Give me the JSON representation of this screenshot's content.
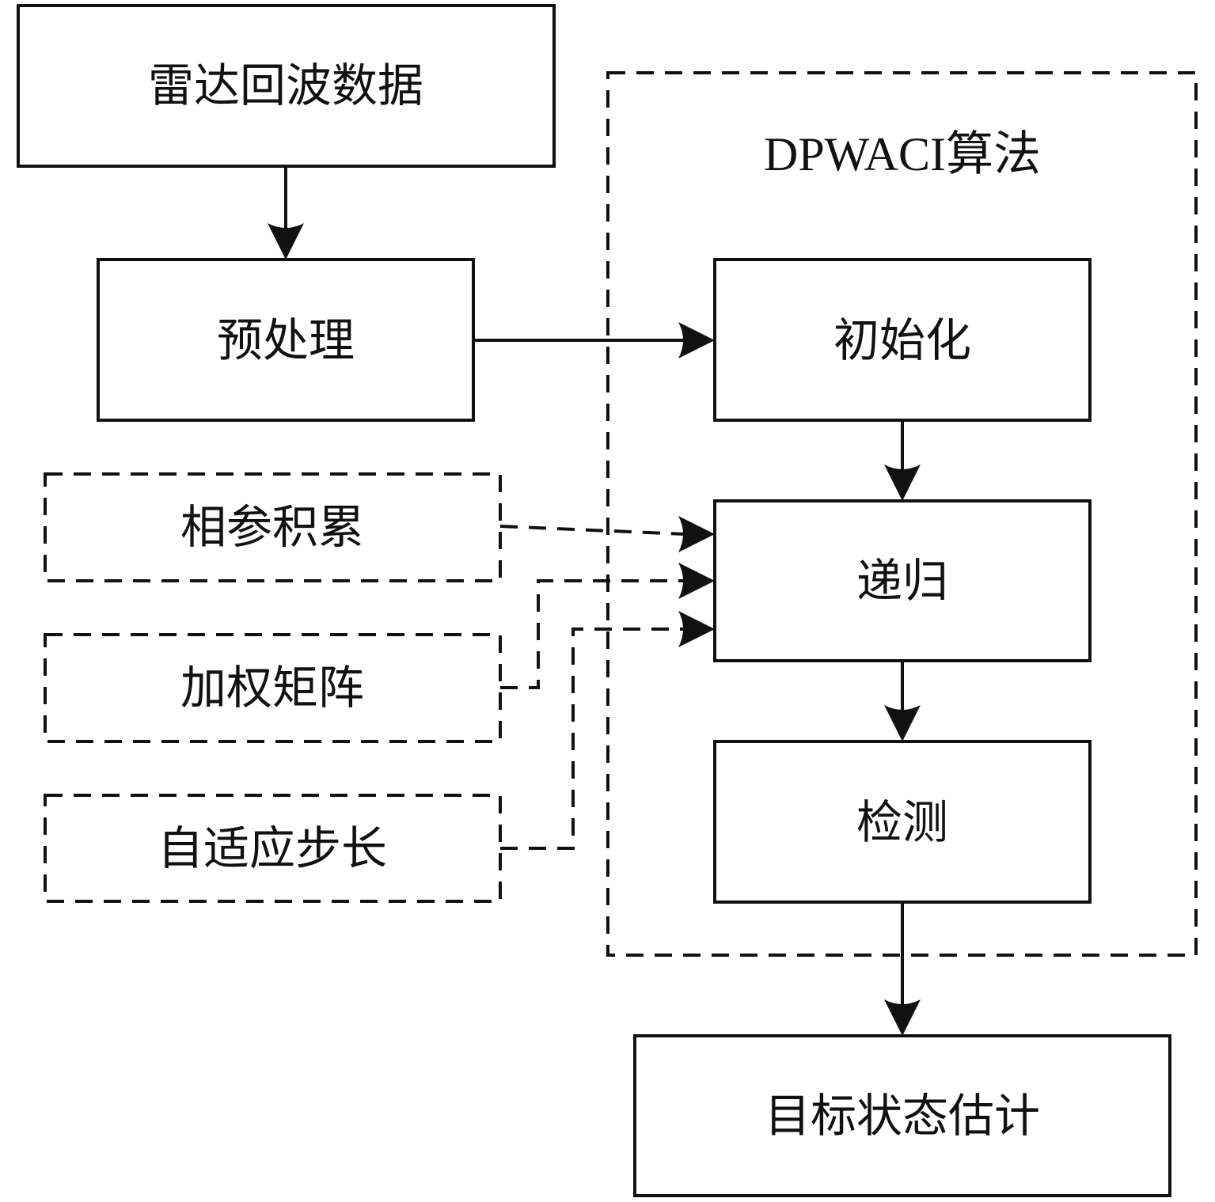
{
  "diagram": {
    "nodes": {
      "radar_echo": "雷达回波数据",
      "preprocess": "预处理",
      "group_title": "DPWACI算法",
      "init": "初始化",
      "recursion": "递归",
      "detect": "检测",
      "phase_accum": "相参积累",
      "weight_matrix": "加权矩阵",
      "adaptive_step": "自适应步长",
      "state_estimate": "目标状态估计"
    },
    "edges": [
      {
        "from": "radar_echo",
        "to": "preprocess",
        "style": "solid"
      },
      {
        "from": "preprocess",
        "to": "init",
        "style": "solid"
      },
      {
        "from": "init",
        "to": "recursion",
        "style": "solid"
      },
      {
        "from": "recursion",
        "to": "detect",
        "style": "solid"
      },
      {
        "from": "detect",
        "to": "state_estimate",
        "style": "solid"
      },
      {
        "from": "phase_accum",
        "to": "recursion",
        "style": "dashed"
      },
      {
        "from": "weight_matrix",
        "to": "recursion",
        "style": "dashed"
      },
      {
        "from": "adaptive_step",
        "to": "recursion",
        "style": "dashed"
      }
    ]
  }
}
